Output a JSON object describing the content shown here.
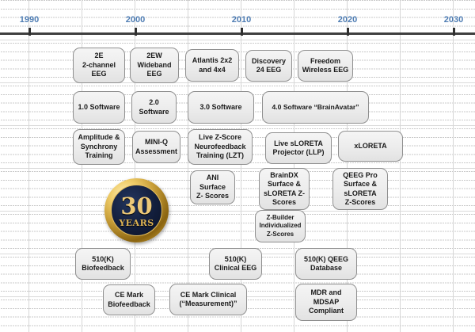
{
  "timeline": {
    "years": [
      "1990",
      "2000",
      "2010",
      "2020",
      "2030"
    ]
  },
  "badge": {
    "value": "30",
    "label": "YEARS"
  },
  "boxes": {
    "eeg2e": "2E\n2-channel\nEEG",
    "eeg2ew": "2EW\nWideband\nEEG",
    "atlantis": "Atlantis 2x2\nand 4x4",
    "discovery": "Discovery\n24 EEG",
    "freedom": "Freedom\nWireless EEG",
    "sw1": "1.0 Software",
    "sw2": "2.0\nSoftware",
    "sw3": "3.0 Software",
    "sw4": "4.0 Software “BrainAvatar”",
    "amplitude": "Amplitude &\nSynchrony\nTraining",
    "miniq": "MINI-Q\nAssessment",
    "lzt": "Live Z-Score\nNeurofeedback\nTraining (LZT)",
    "llp": "Live sLORETA\nProjector (LLP)",
    "xloreta": "xLORETA",
    "ani": "ANI\nSurface\nZ- Scores",
    "braindx": "BrainDX\nSurface &\nsLORETA Z-\nScores",
    "qeegpro": "QEEG Pro\nSurface &\nsLORETA\nZ-Scores",
    "zbuilder": "Z-Builder\nIndividualized\nZ-Scores",
    "fda510bio": "510(K)\nBiofeedback",
    "fda510clin": "510(K)\nClinical EEG",
    "fda510qeeg": "510(K) QEEG\nDatabase",
    "cebio": "CE Mark\nBiofeedback",
    "ceclin": "CE Mark Clinical\n(“Measurement)”",
    "mdr": "MDR and\nMDSAP\nCompliant"
  },
  "colors": {
    "year_label_blue": "#4f7db3",
    "timeline_line": "#3f3f3f",
    "box_fill": "#ececec",
    "box_border": "#8f8f8f",
    "badge_gold": "#c99f39",
    "badge_navy": "#121e3c"
  }
}
